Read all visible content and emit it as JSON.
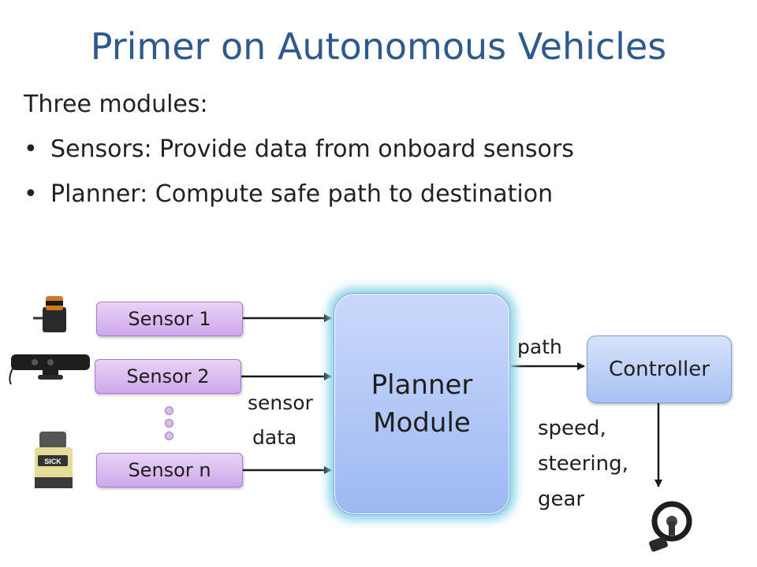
{
  "slide": {
    "title": "Primer on Autonomous Vehicles",
    "intro": "Three modules:",
    "bullets": [
      "Sensors: Provide data from onboard sensors",
      "Planner: Compute safe path to destination"
    ]
  },
  "diagram": {
    "sensors": [
      "Sensor 1",
      "Sensor 2",
      "Sensor n"
    ],
    "planner_line1": "Planner",
    "planner_line2": "Module",
    "controller": "Controller",
    "sensor_data_line1": "sensor",
    "sensor_data_line2": "data",
    "path_label": "path",
    "output_line1": "speed,",
    "output_line2": "steering,",
    "output_line3": "gear",
    "icons": [
      "lidar-icon",
      "kinect-camera-icon",
      "sick-scanner-icon",
      "steering-wheel-icon"
    ]
  },
  "colors": {
    "title": "#2d5a8e",
    "sensor_fill": "#cfa8ec",
    "planner_fill": "#9db8f2",
    "planner_glow": "#8fd6ea",
    "controller_fill": "#a8c1f3"
  }
}
